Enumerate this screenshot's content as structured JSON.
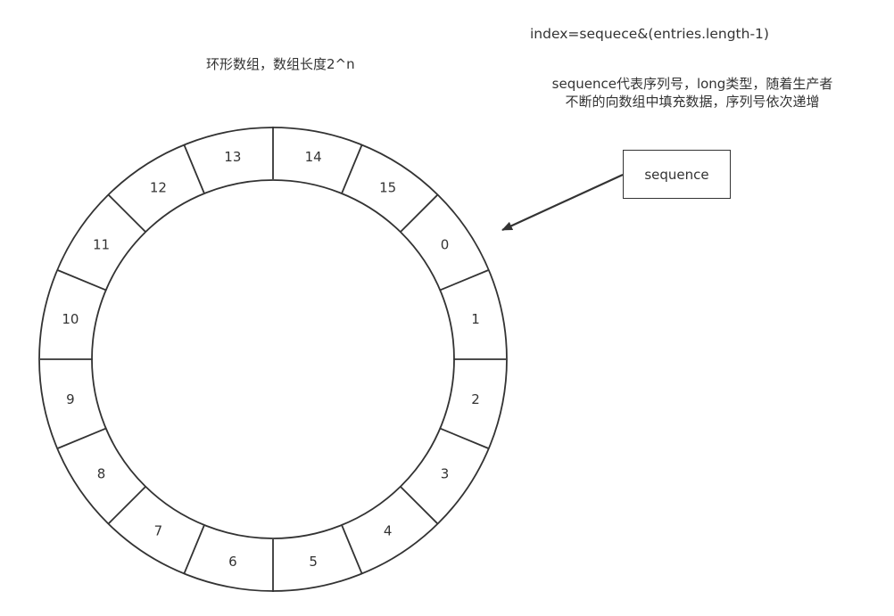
{
  "ring": {
    "title": "环形数组，数组长度2^n",
    "slots": [
      "0",
      "1",
      "2",
      "3",
      "4",
      "5",
      "6",
      "7",
      "8",
      "9",
      "10",
      "11",
      "12",
      "13",
      "14",
      "15"
    ]
  },
  "formula": "index=sequece&(entries.length-1)",
  "description": {
    "line1": "sequence代表序列号，long类型，随着生产者",
    "line2": "不断的向数组中填充数据，序列号依次递增"
  },
  "sequence_box": {
    "label": "sequence"
  },
  "colors": {
    "stroke": "#333333",
    "text": "#333333",
    "background": "#ffffff"
  }
}
